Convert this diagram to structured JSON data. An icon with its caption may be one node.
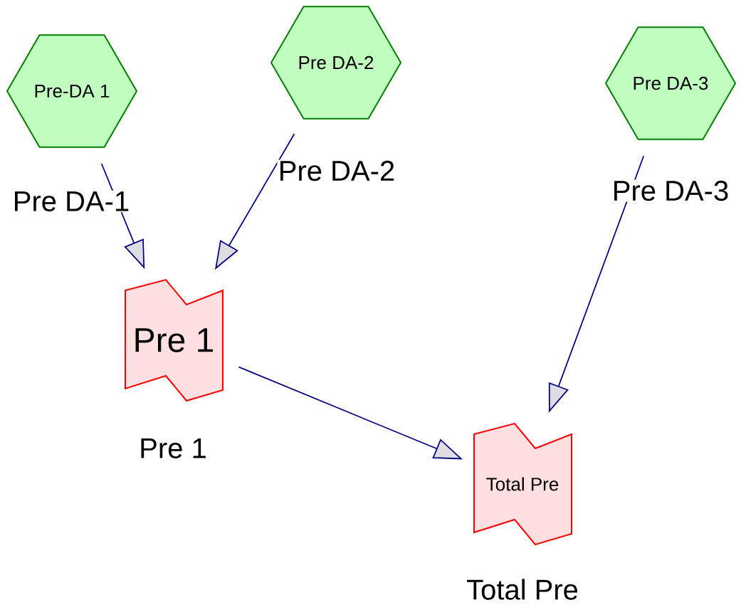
{
  "diagram": {
    "nodes": [
      {
        "text": [
          "Pre-DA 1"
        ],
        "beside": [
          "Pre DA-1"
        ]
      },
      {
        "text": [
          "Pre DA-2"
        ],
        "beside": [
          "Pre DA-2"
        ]
      },
      {
        "text": [
          "Pre DA-3"
        ],
        "beside": [
          "Pre DA-3"
        ]
      },
      {
        "text": [
          "Pre 1"
        ],
        "beside": [
          "Pre 1"
        ]
      },
      {
        "text": [
          "Total Pre"
        ],
        "beside": [
          "Total Pre"
        ]
      }
    ],
    "edges": [
      {
        "from": 0,
        "to": 3,
        "arrow": "to"
      },
      {
        "from": 1,
        "to": 3,
        "arrow": "to"
      },
      {
        "from": 2,
        "to": 4,
        "arrow": "to"
      },
      {
        "from": 3,
        "to": 4,
        "arrow": "to"
      }
    ]
  }
}
